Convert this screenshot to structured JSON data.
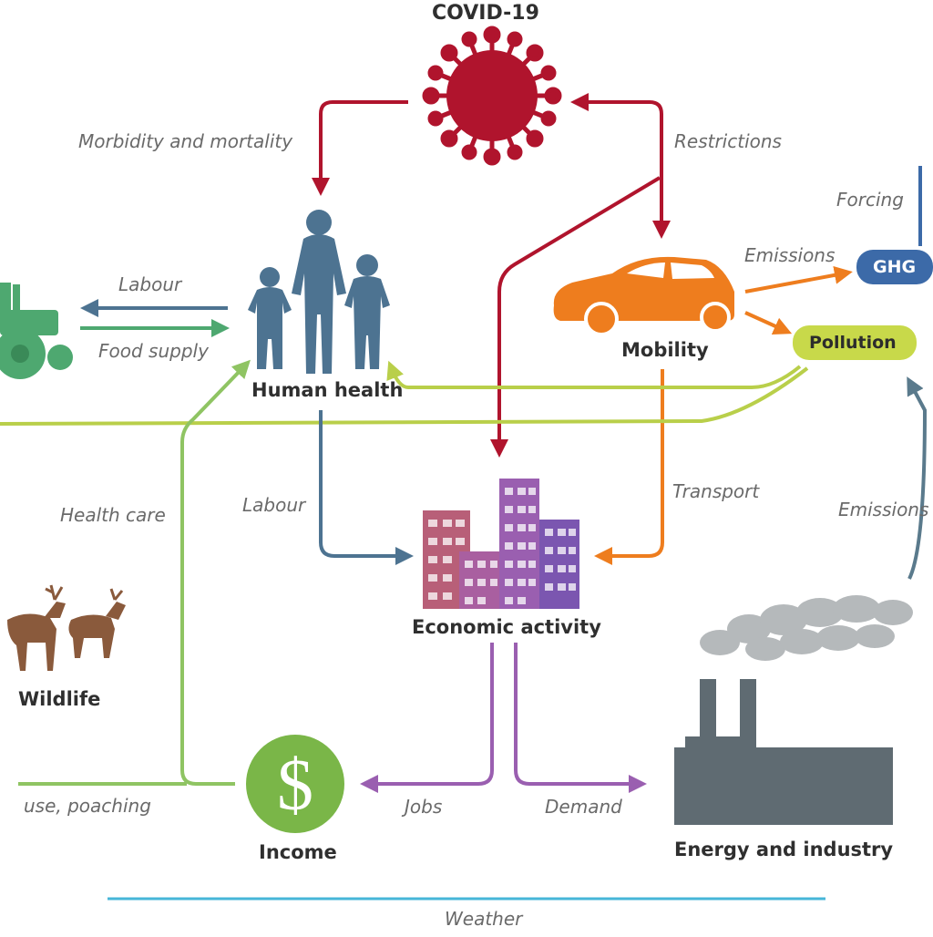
{
  "nodes": {
    "covid": "COVID-19",
    "human_health": "Human health",
    "mobility": "Mobility",
    "pollution": "Pollution",
    "ghg": "GHG",
    "economic_activity": "Economic activity",
    "income": "Income",
    "energy_industry": "Energy and industry",
    "wildlife": "Wildlife"
  },
  "links": {
    "morbidity": "Morbidity and mortality",
    "restrictions": "Restrictions",
    "forcing": "Forcing",
    "emissions_top": "Emissions",
    "labour_left": "Labour",
    "food_supply": "Food supply",
    "health_care": "Health care",
    "labour_mid": "Labour",
    "transport": "Transport",
    "emissions_right": "Emissions",
    "use_poaching": "use, poaching",
    "jobs": "Jobs",
    "demand": "Demand",
    "weather": "Weather"
  },
  "icons": {
    "income_symbol": "$"
  },
  "colors": {
    "covid": "#b0142d",
    "human": "#4d7391",
    "mobility": "#ee7d1e",
    "pollution": "#c8d94a",
    "ghg": "#3c6aa8",
    "economy": "#9a5fb0",
    "income": "#7ab648",
    "industry": "#5f6b72",
    "tractor": "#4ea870",
    "wildlife": "#8a5a3c",
    "weather": "#46b6d8"
  }
}
